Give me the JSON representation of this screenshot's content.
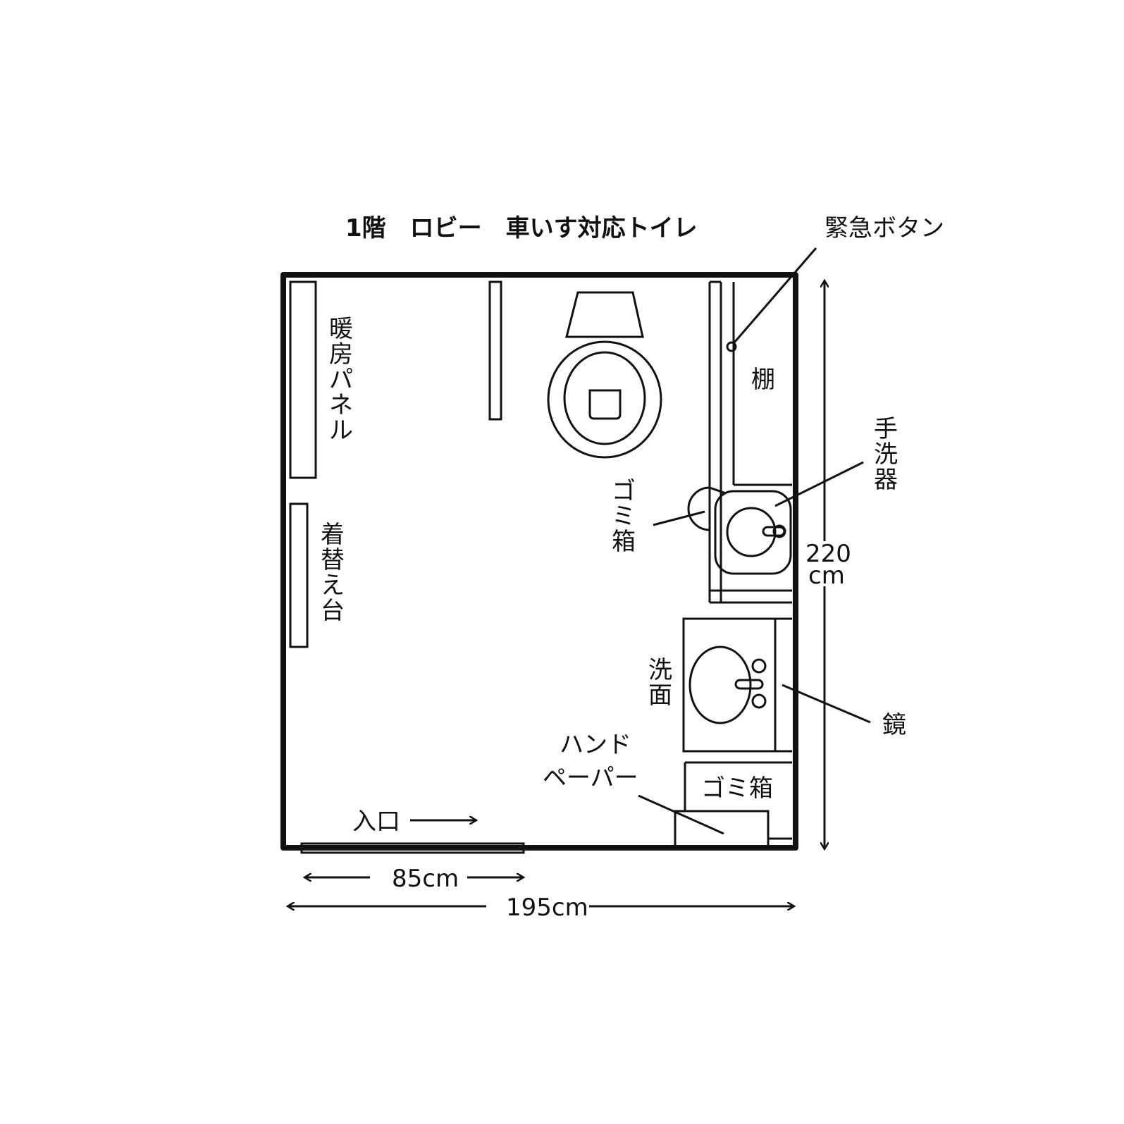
{
  "title": "1階　ロビー　車いす対応トイレ",
  "labels": {
    "emergency_button": "緊急ボタン",
    "shelf": "棚",
    "heating_panel": "暖房パネル",
    "changing_table": "着替え台",
    "hand_washer": "手洗器",
    "trash_box_upper": "ゴミ箱",
    "washbasin": "洗面",
    "mirror": "鏡",
    "hand_paper": [
      "ハンド",
      "ペーパー"
    ],
    "trash_box_lower": "ゴミ箱",
    "entrance": "入口"
  },
  "dimensions": {
    "door_width": "85cm",
    "room_width": "195cm",
    "room_depth": [
      "220",
      "cm"
    ]
  }
}
